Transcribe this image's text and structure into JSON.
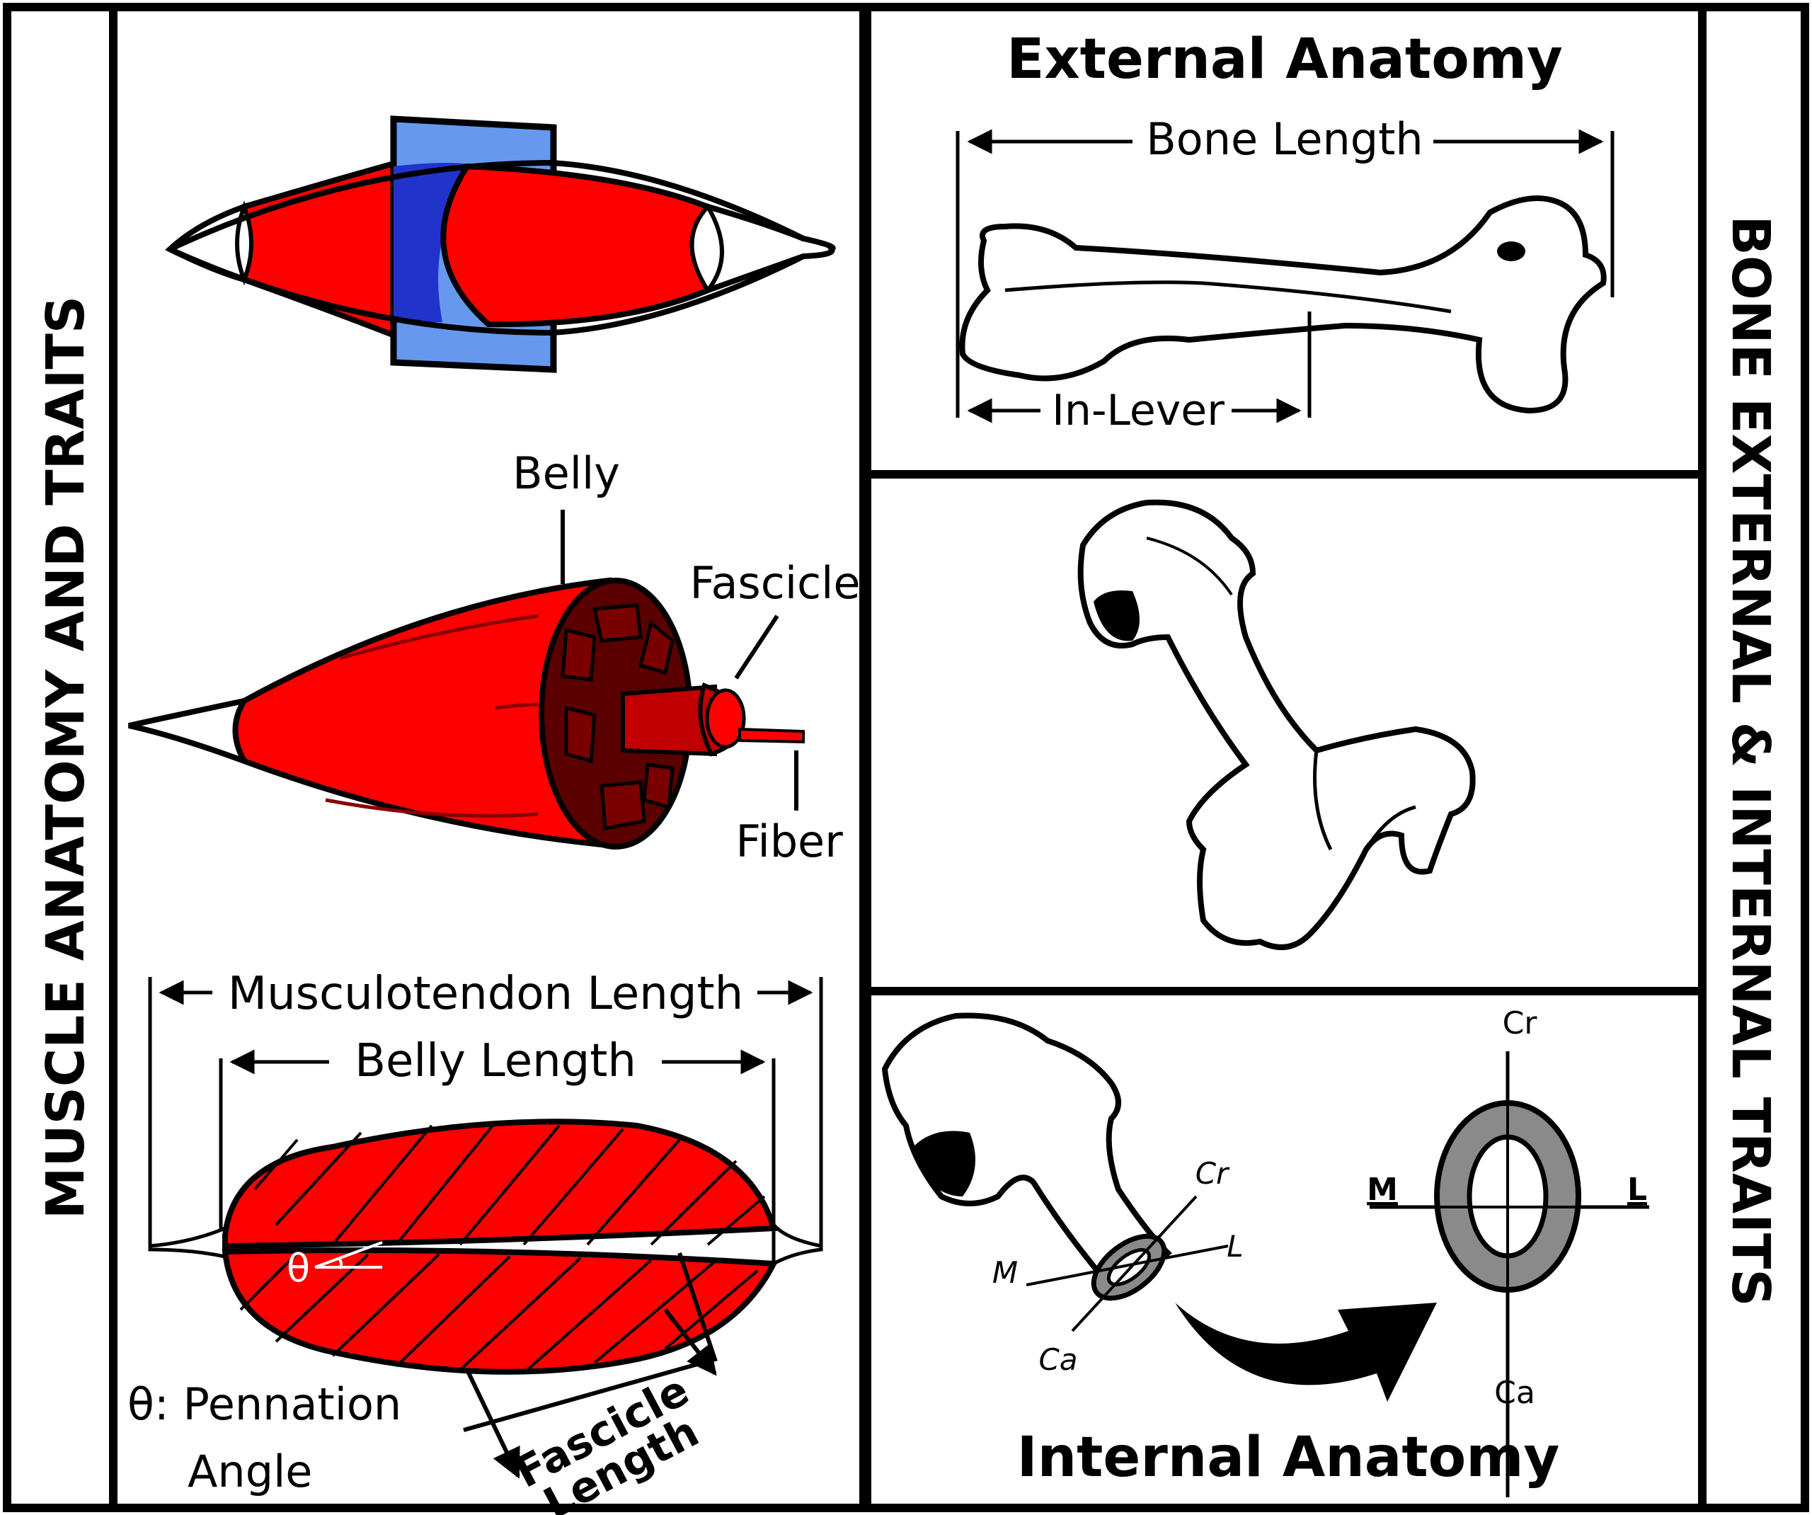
{
  "colors": {
    "muscle_red": "#ff0000",
    "dark_red": "#c00000",
    "fascicle_dark": "#5a0000",
    "blue_plane": "#6699ee",
    "blue_dark": "#2233cc",
    "cortex_gray": "#8a8a8a",
    "outline": "#000000",
    "background": "#ffffff"
  },
  "muscle_panel": {
    "side_title": "MUSCLE  ANATOMY AND TRAITS",
    "cross_section_figure": {},
    "hierarchy_figure": {
      "belly_label": "Belly",
      "fascicle_label": "Fascicle",
      "fiber_label": "Fiber"
    },
    "length_figure": {
      "musculotendon_label": "Musculotendon Length",
      "belly_length_label": "Belly Length",
      "theta_symbol": "θ",
      "pennation_line1": "θ: Pennation",
      "pennation_line2": "Angle",
      "fascicle_length_line1": "Fascicle",
      "fascicle_length_line2": "Length"
    }
  },
  "bone_panel": {
    "side_title": "BONE EXTERNAL & INTERNAL TRAITS",
    "external": {
      "title": "External Anatomy",
      "bone_length_label": "Bone Length",
      "in_lever_label": "In-Lever"
    },
    "internal": {
      "title": "Internal Anatomy",
      "axes_small": {
        "cranial": "Cr",
        "caudal": "Ca",
        "medial": "M",
        "lateral": "L"
      },
      "axes_large": {
        "cranial": "Cr",
        "caudal": "Ca",
        "medial": "M",
        "lateral": "L"
      }
    }
  }
}
